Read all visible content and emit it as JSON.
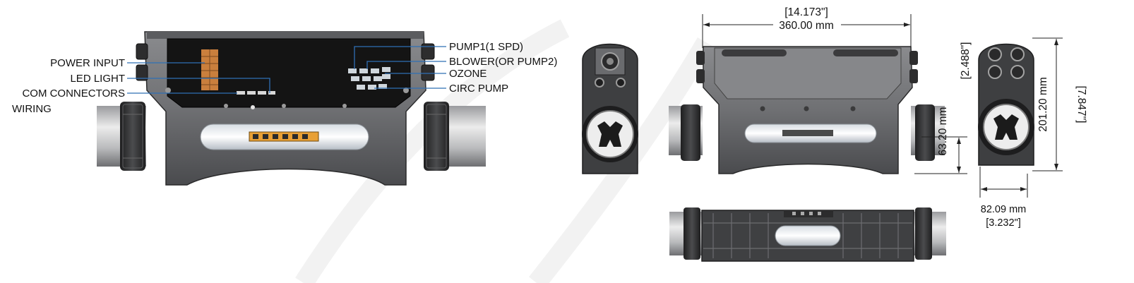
{
  "main_view": {
    "callouts_left": {
      "power_input": "POWER INPUT",
      "led_light": "LED LIGHT",
      "com_connectors": "COM CONNECTORS",
      "wiring": "WIRING"
    },
    "callouts_right": {
      "pump1": "PUMP1(1 SPD)",
      "blower": "BLOWER(OR PUMP2)",
      "ozone": "OZONE",
      "circ_pump": "CIRC PUMP"
    }
  },
  "dimensions": {
    "width_in": "[14.173\"]",
    "width_mm": "360.00 mm",
    "height_mm": "63.20 mm",
    "height_in": "[2.488\"]",
    "overall_height_mm": "201.20 mm",
    "overall_height_in": "[7.847\"]",
    "depth_mm": "82.09 mm",
    "depth_in": "[3.232\"]"
  },
  "colors": {
    "leader": "#2f6fb5",
    "body_dark": "#3c3c3e",
    "body_mid": "#7c7d80",
    "board": "#151515",
    "terminal": "#c97f3d",
    "led": "#e8a035"
  }
}
